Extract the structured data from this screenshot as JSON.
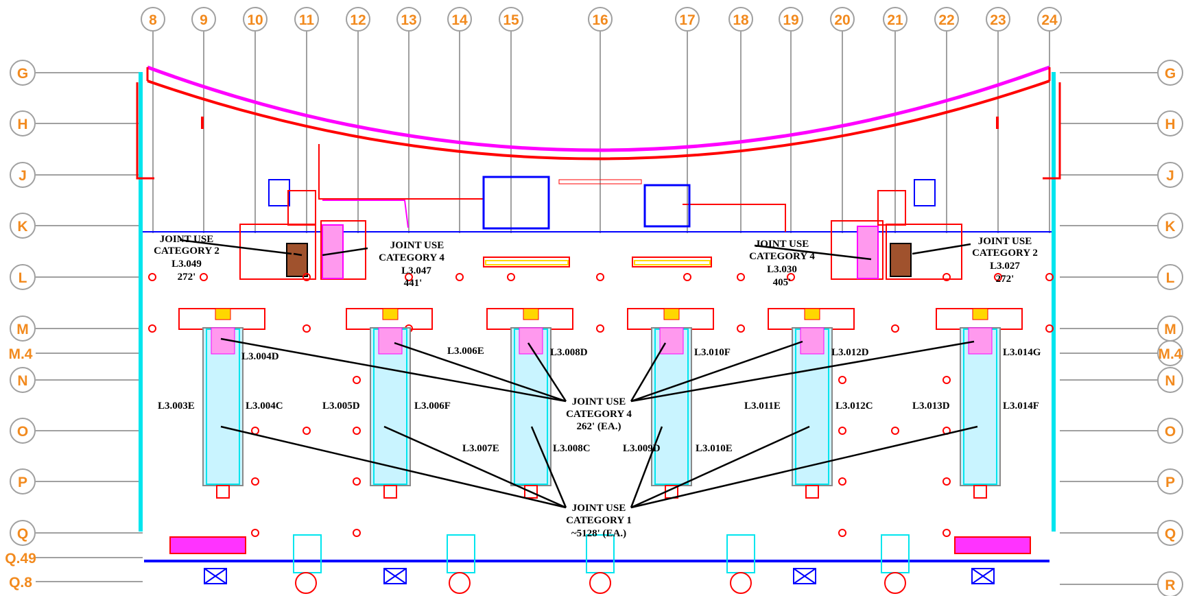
{
  "grid": {
    "columns": [
      "8",
      "9",
      "10",
      "11",
      "12",
      "13",
      "14",
      "15",
      "16",
      "17",
      "18",
      "19",
      "20",
      "21",
      "22",
      "23",
      "24"
    ],
    "rows_left": [
      "G",
      "H",
      "J",
      "K",
      "L",
      "M",
      "M.4",
      "N",
      "O",
      "P",
      "Q",
      "Q.49",
      "Q.8"
    ],
    "rows_right": [
      "G",
      "H",
      "J",
      "K",
      "L",
      "M",
      "M.4",
      "N",
      "O",
      "P",
      "Q",
      "R"
    ]
  },
  "rooms": [
    "L3.003E",
    "L3.004C",
    "L3.004D",
    "L3.005D",
    "L3.006F",
    "L3.006E",
    "L3.007E",
    "L3.008C",
    "L3.008D",
    "L3.009D",
    "L3.010E",
    "L3.010F",
    "L3.011E",
    "L3.012C",
    "L3.012D",
    "L3.013D",
    "L3.014F",
    "L3.014G"
  ],
  "callouts": {
    "cat2_left": {
      "line1": "JOINT USE",
      "line2": "CATEGORY 2",
      "line3": "L3.049",
      "line4": "272'"
    },
    "cat4_left": {
      "line1": "JOINT USE",
      "line2": "CATEGORY 4",
      "line3": "L3.047",
      "line4": "441'"
    },
    "cat4_right": {
      "line1": "JOINT USE",
      "line2": "CATEGORY 4",
      "line3": "L3.030",
      "line4": "405'"
    },
    "cat2_right": {
      "line1": "JOINT USE",
      "line2": "CATEGORY 2",
      "line3": "L3.027",
      "line4": "272'"
    },
    "cat4_center": {
      "line1": "JOINT USE",
      "line2": "CATEGORY 4",
      "line3": "262' (EA.)"
    },
    "cat1_center": {
      "line1": "JOINT USE",
      "line2": "CATEGORY 1",
      "line3": "~5128' (EA.)"
    }
  },
  "colors": {
    "grid_bubble": "#f28a1e",
    "wall": "#ff0000",
    "glass": "#00e5ee",
    "roof": "#ff00ff",
    "structure": "#0000ff",
    "grid_line": "#a0a0a0"
  }
}
